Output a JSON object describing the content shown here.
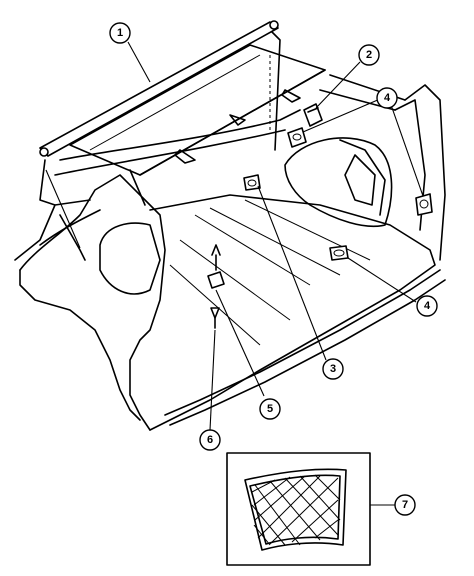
{
  "callouts": [
    {
      "id": "1",
      "label": "1"
    },
    {
      "id": "2",
      "label": "2"
    },
    {
      "id": "3",
      "label": "3"
    },
    {
      "id": "4a",
      "label": "4"
    },
    {
      "id": "4b",
      "label": "4"
    },
    {
      "id": "5",
      "label": "5"
    },
    {
      "id": "6",
      "label": "6"
    },
    {
      "id": "7",
      "label": "7"
    }
  ]
}
